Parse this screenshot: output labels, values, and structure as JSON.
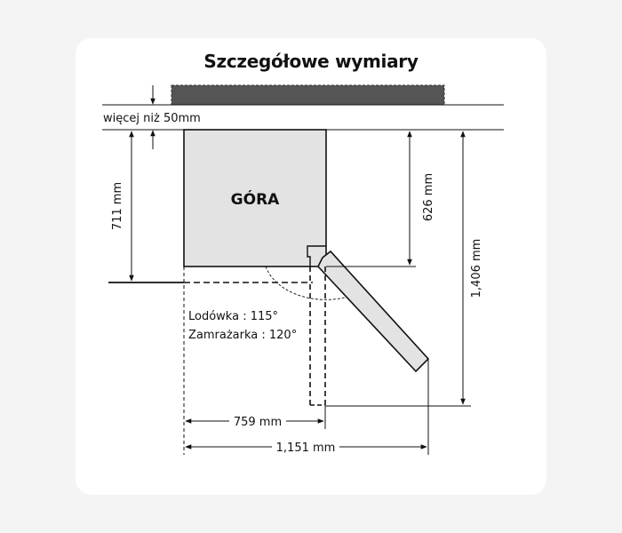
{
  "title": "Szczegółowe wymiary",
  "labels": {
    "top_view": "GÓRA",
    "clearance": "więcej niż 50mm",
    "depth_cabinet": "711 mm",
    "depth_body": "626 mm",
    "depth_door_open": "1,406 mm",
    "width_body": "759 mm",
    "width_door_open": "1,151 mm",
    "angle_fridge": "Lodówka : 115°",
    "angle_freezer": "Zamrażarka : 120°"
  },
  "colors": {
    "background": "#f4f4f4",
    "card": "#ffffff",
    "body_fill": "#e3e3e3",
    "wall_fill": "#555555",
    "line": "#111111"
  }
}
